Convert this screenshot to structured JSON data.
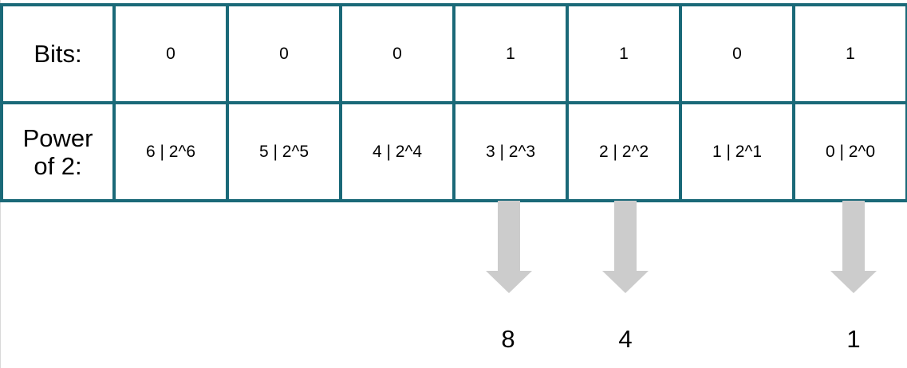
{
  "table": {
    "bits_row": {
      "header": "Bits:",
      "cells": [
        "0",
        "0",
        "0",
        "1",
        "1",
        "0",
        "1"
      ]
    },
    "power_row": {
      "header": "Power\nof 2:",
      "cells": [
        "6 | 2^6",
        "5 | 2^5",
        "4 | 2^4",
        "3 | 2^3",
        "2 | 2^2",
        "1 | 2^1",
        "0 | 2^0"
      ]
    }
  },
  "arrow_color": "#cccccc",
  "border_color": "#1a6978",
  "results": [
    {
      "column": "3 | 2^3",
      "value": "8"
    },
    {
      "column": "2 | 2^2",
      "value": "4"
    },
    {
      "column": "0 | 2^0",
      "value": "1"
    }
  ]
}
